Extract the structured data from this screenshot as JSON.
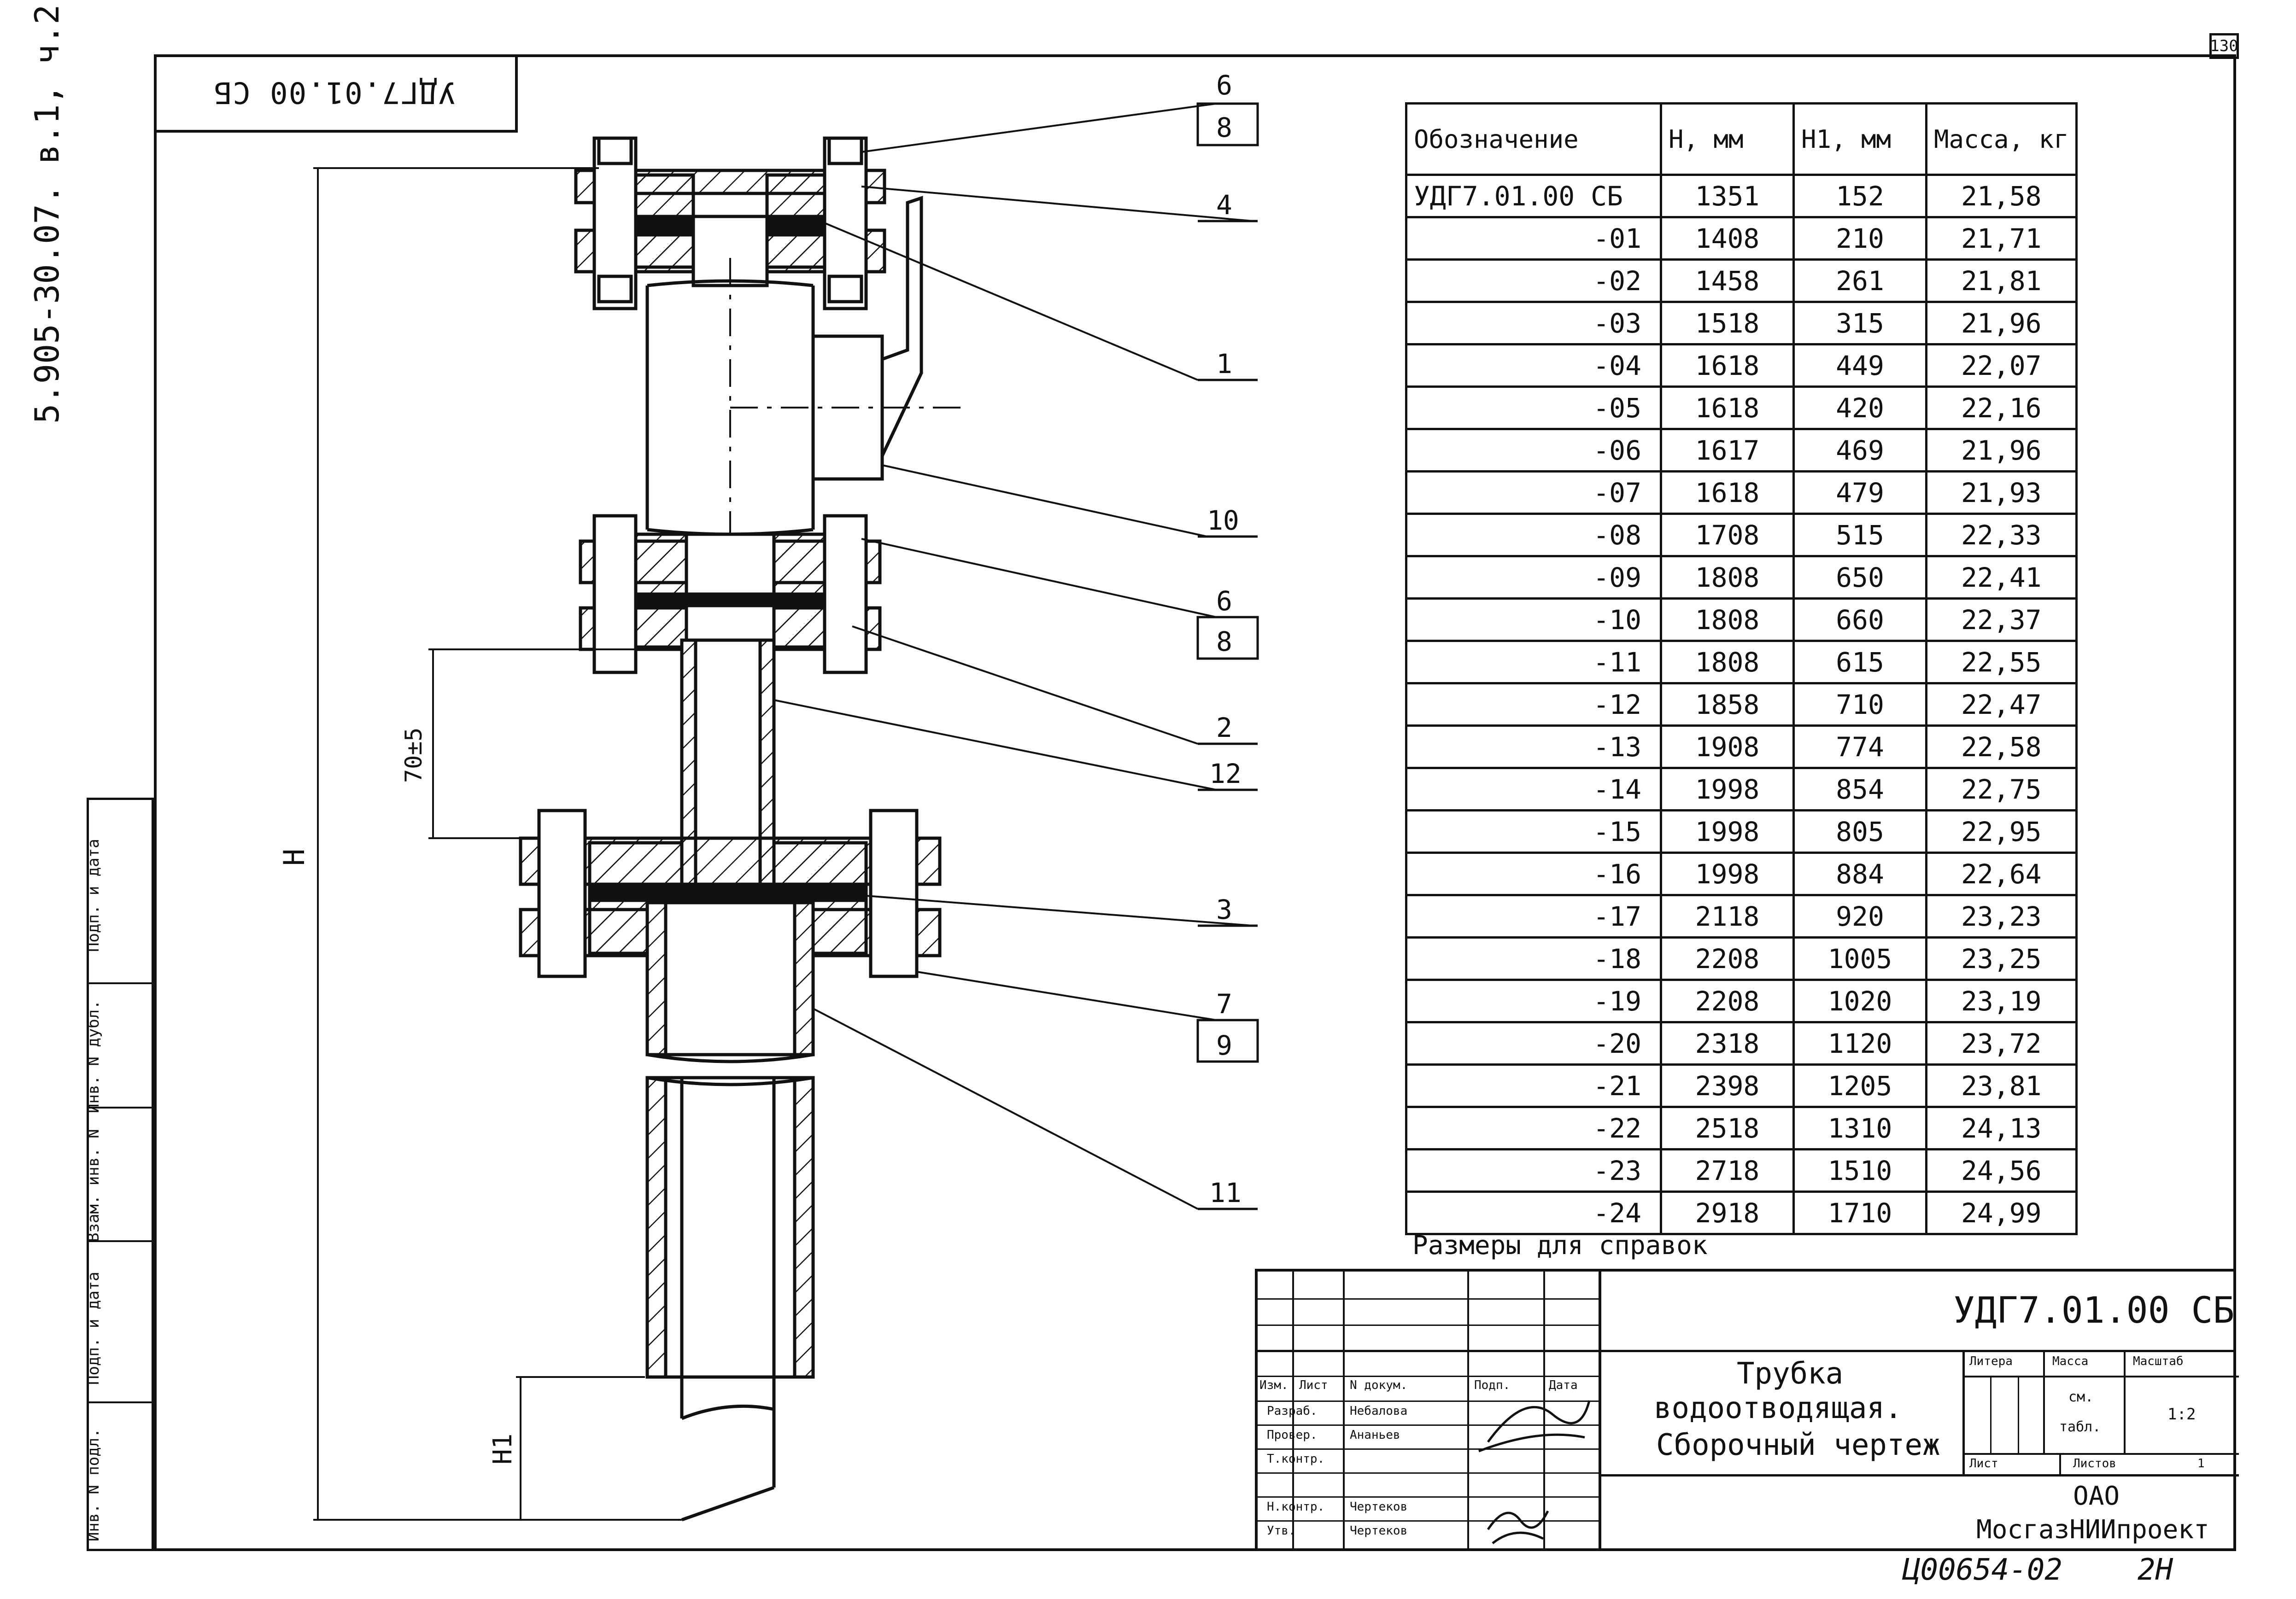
{
  "sheet_number": "130",
  "side_code": "5.905-30.07. в.1, ч.2",
  "stamp_designation": "УДГ7.01.00 СБ",
  "left_strip_labels": [
    "Подп. и дата",
    "Инв. N дубл.",
    "Взам. инв. N",
    "Подп. и дата",
    "Инв. N подл."
  ],
  "dimensions": {
    "h_label": "H",
    "h1_label": "H1",
    "tolerance_label": "70±5"
  },
  "callouts": [
    "6",
    "8",
    "4",
    "1",
    "10",
    "6",
    "8",
    "2",
    "12",
    "3",
    "7",
    "9",
    "11"
  ],
  "spec_table": {
    "headers": [
      "Обозначение",
      "H, мм",
      "H1, мм",
      "Масса, кг"
    ],
    "rows": [
      [
        "УДГ7.01.00 СБ",
        "1351",
        "152",
        "21,58"
      ],
      [
        "-01",
        "1408",
        "210",
        "21,71"
      ],
      [
        "-02",
        "1458",
        "261",
        "21,81"
      ],
      [
        "-03",
        "1518",
        "315",
        "21,96"
      ],
      [
        "-04",
        "1618",
        "449",
        "22,07"
      ],
      [
        "-05",
        "1618",
        "420",
        "22,16"
      ],
      [
        "-06",
        "1617",
        "469",
        "21,96"
      ],
      [
        "-07",
        "1618",
        "479",
        "21,93"
      ],
      [
        "-08",
        "1708",
        "515",
        "22,33"
      ],
      [
        "-09",
        "1808",
        "650",
        "22,41"
      ],
      [
        "-10",
        "1808",
        "660",
        "22,37"
      ],
      [
        "-11",
        "1808",
        "615",
        "22,55"
      ],
      [
        "-12",
        "1858",
        "710",
        "22,47"
      ],
      [
        "-13",
        "1908",
        "774",
        "22,58"
      ],
      [
        "-14",
        "1998",
        "854",
        "22,75"
      ],
      [
        "-15",
        "1998",
        "805",
        "22,95"
      ],
      [
        "-16",
        "1998",
        "884",
        "22,64"
      ],
      [
        "-17",
        "2118",
        "920",
        "23,23"
      ],
      [
        "-18",
        "2208",
        "1005",
        "23,25"
      ],
      [
        "-19",
        "2208",
        "1020",
        "23,19"
      ],
      [
        "-20",
        "2318",
        "1120",
        "23,72"
      ],
      [
        "-21",
        "2398",
        "1205",
        "23,81"
      ],
      [
        "-22",
        "2518",
        "1310",
        "24,13"
      ],
      [
        "-23",
        "2718",
        "1510",
        "24,56"
      ],
      [
        "-24",
        "2918",
        "1710",
        "24,99"
      ]
    ]
  },
  "reference_note": "Размеры для справок",
  "title_block": {
    "designation": "УДГ7.01.00 СБ",
    "title_line1": "Трубка",
    "title_line2": "водоотводящая.",
    "title_line3": "Сборочный чертеж",
    "col_headers": [
      "Изм.",
      "Лист",
      "N докум.",
      "Подп.",
      "Дата"
    ],
    "roles": [
      {
        "role": "Разраб.",
        "name": "Небалова"
      },
      {
        "role": "Провер.",
        "name": "Ананьев"
      },
      {
        "role": "Т.контр.",
        "name": ""
      },
      {
        "role": "Н.контр.",
        "name": "Чертеков"
      },
      {
        "role": "Утв.",
        "name": "Чертеков"
      }
    ],
    "litera_label": "Литера",
    "mass_label": "Масса",
    "scale_label": "Масштаб",
    "mass_value_line1": "см.",
    "mass_value_line2": "табл.",
    "scale_value": "1:2",
    "sheet_label": "Лист",
    "sheets_label": "Листов",
    "sheets_value": "1",
    "org_line1": "ОАО",
    "org_line2": "МосгазНИИпроект",
    "handwritten_code": "Ц00654-02",
    "handwritten_suffix": "2Н"
  }
}
